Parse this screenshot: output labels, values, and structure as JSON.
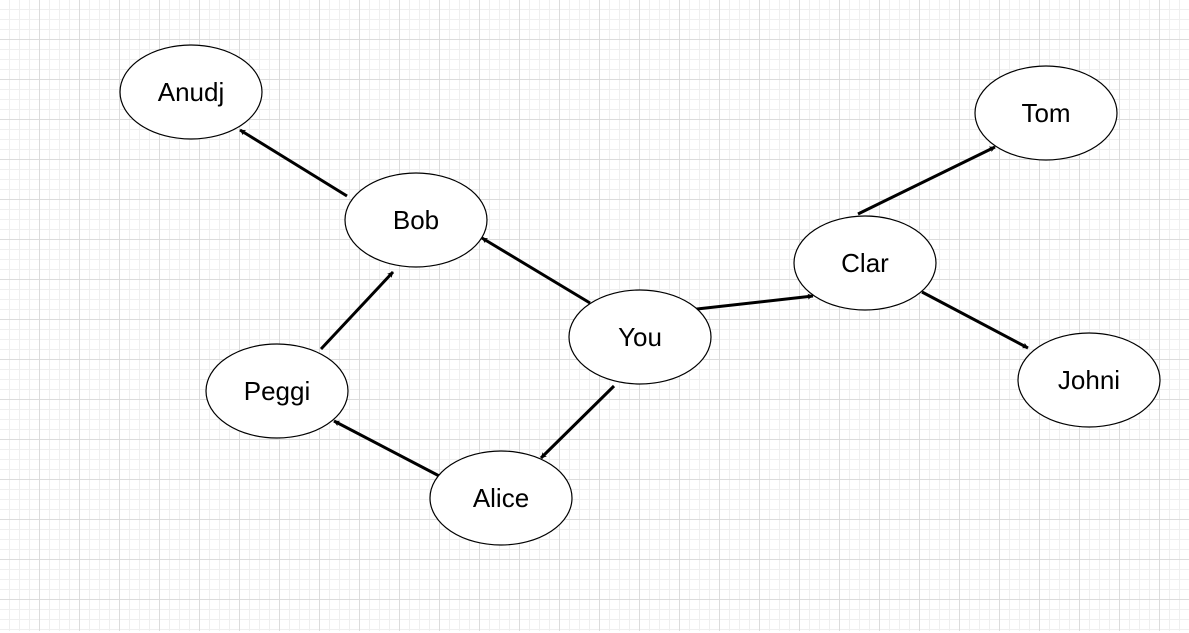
{
  "diagram": {
    "nodes": [
      {
        "id": "anudj",
        "label": "Anudj"
      },
      {
        "id": "bob",
        "label": "Bob"
      },
      {
        "id": "peggi",
        "label": "Peggi"
      },
      {
        "id": "you",
        "label": "You"
      },
      {
        "id": "alice",
        "label": "Alice"
      },
      {
        "id": "clar",
        "label": "Clar"
      },
      {
        "id": "tom",
        "label": "Tom"
      },
      {
        "id": "johni",
        "label": "Johni"
      }
    ],
    "edges": [
      {
        "from": "bob",
        "to": "anudj"
      },
      {
        "from": "you",
        "to": "bob"
      },
      {
        "from": "peggi",
        "to": "bob"
      },
      {
        "from": "alice",
        "to": "peggi"
      },
      {
        "from": "you",
        "to": "alice"
      },
      {
        "from": "you",
        "to": "clar"
      },
      {
        "from": "clar",
        "to": "tom"
      },
      {
        "from": "clar",
        "to": "johni"
      }
    ]
  }
}
